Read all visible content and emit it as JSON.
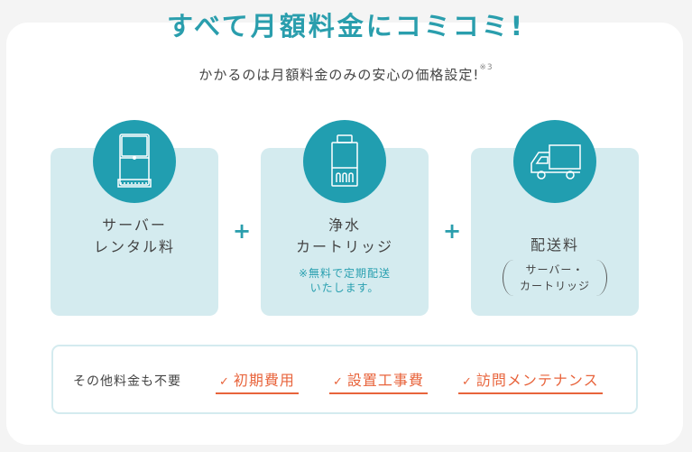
{
  "title": "すべて月額料金にコミコミ!",
  "subtitle": "かかるのは月額料金のみの安心の価格設定!",
  "subtitle_note": "※3",
  "cards": [
    {
      "icon": "water-server-icon",
      "lines": [
        "サーバー",
        "レンタル料"
      ]
    },
    {
      "icon": "filter-cartridge-icon",
      "lines": [
        "浄水",
        "カートリッジ"
      ],
      "note": [
        "※無料で定期配送",
        "いたします。"
      ]
    },
    {
      "icon": "delivery-truck-icon",
      "lines": [
        "配送料"
      ],
      "paren": [
        "サーバー・",
        "カートリッジ"
      ]
    }
  ],
  "plus": "+",
  "bottom": {
    "label": "その他料金も不要",
    "check": "✓",
    "items": [
      "初期費用",
      "設置工事費",
      "訪問メンテナンス"
    ]
  },
  "colors": {
    "accent": "#219eb0",
    "card": "#d4ebef",
    "orange": "#e8643c"
  }
}
